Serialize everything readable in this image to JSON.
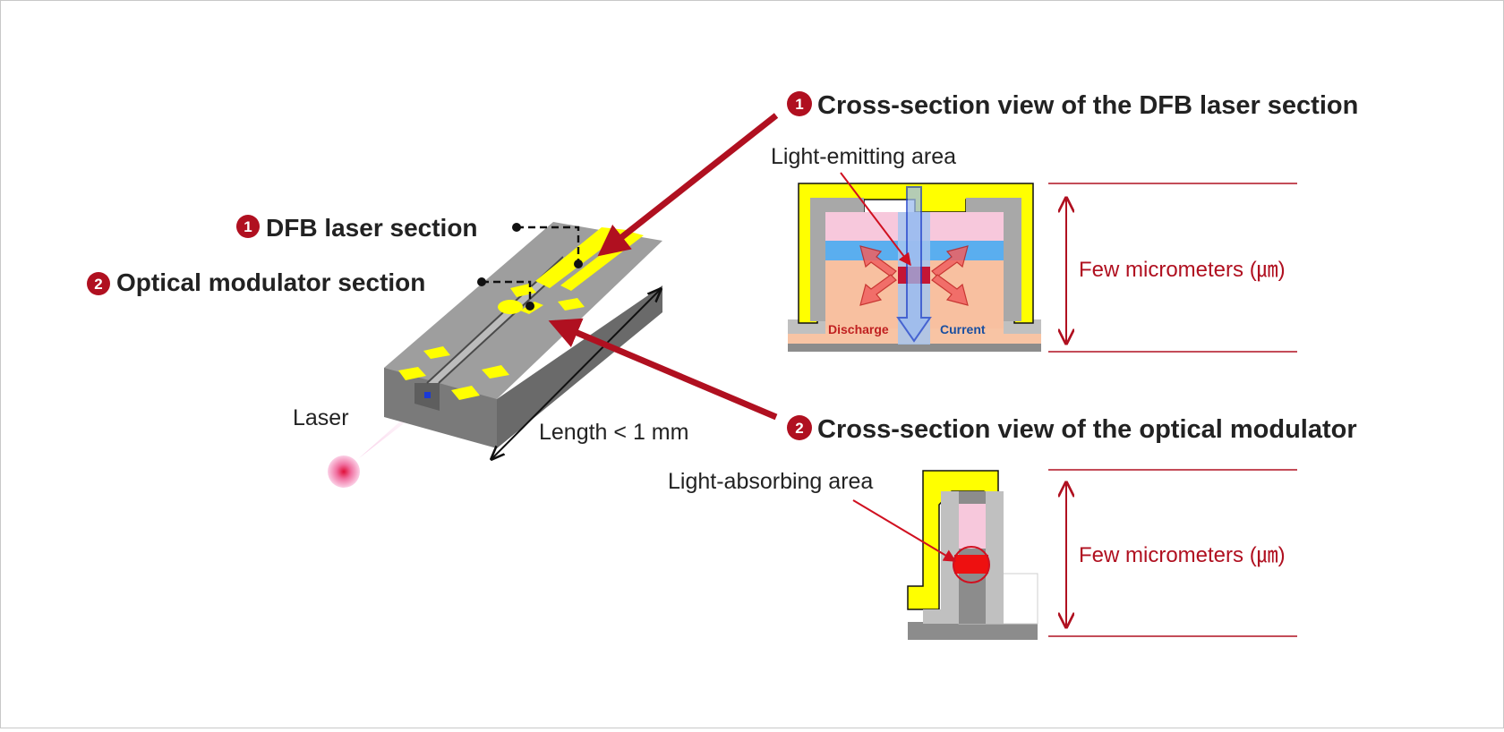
{
  "colors": {
    "accent_red": "#b01020",
    "gold": "#ffff00",
    "chip_gray": "#8c8c8c",
    "current_blue": "#1a4fd0",
    "discharge_red": "#c02020"
  },
  "chip": {
    "section1": {
      "number": "1",
      "label": "DFB laser section"
    },
    "section2": {
      "number": "2",
      "label": "Optical modulator section"
    },
    "laser_label": "Laser",
    "length_label": "Length < 1 mm"
  },
  "panel1": {
    "number": "1",
    "title": "Cross-section view of the DFB laser section",
    "area_label": "Light-emitting area",
    "discharge_label": "Discharge",
    "current_label": "Current",
    "dimension_label": "Few micrometers (㎛)"
  },
  "panel2": {
    "number": "2",
    "title": "Cross-section view of the optical modulator",
    "area_label": "Light-absorbing area",
    "dimension_label": "Few micrometers (㎛)"
  }
}
